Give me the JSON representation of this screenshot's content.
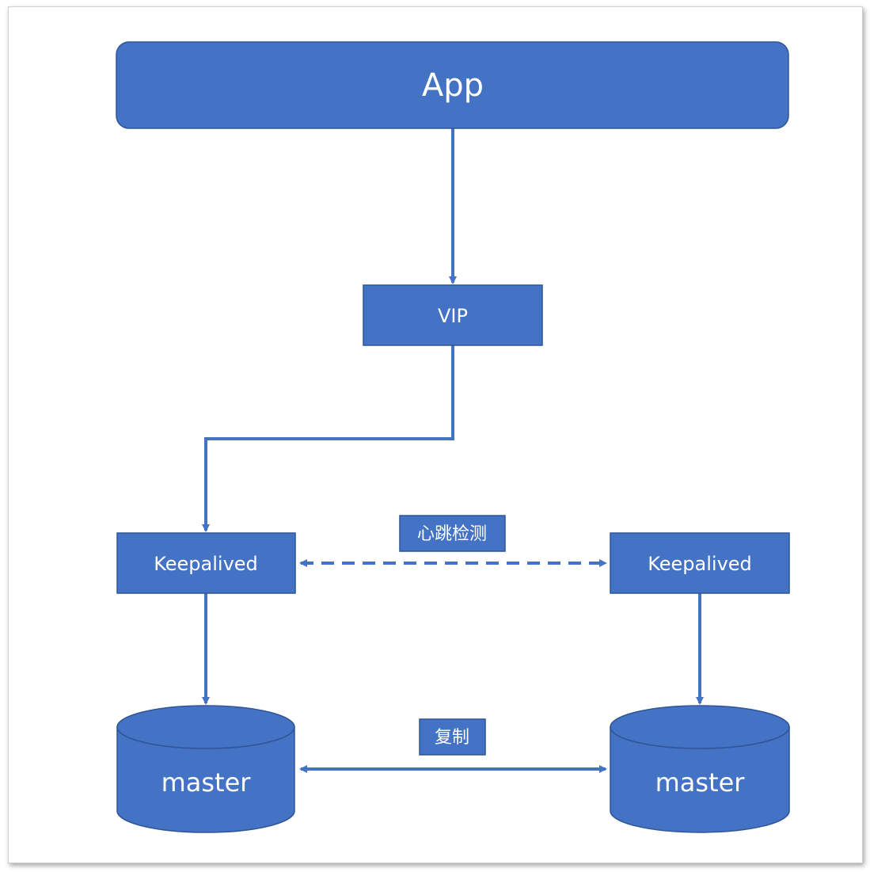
{
  "diagram": {
    "colors": {
      "node_fill": "#4472C4",
      "node_stroke": "#2F5597",
      "edge": "#4472C4",
      "text": "#FFFFFF"
    },
    "app_label": "App",
    "vip_label": "VIP",
    "keepalived_left_label": "Keepalived",
    "keepalived_right_label": "Keepalived",
    "heartbeat_label": "心跳检测",
    "replication_label": "复制",
    "master_left_label": "master",
    "master_right_label": "master"
  }
}
